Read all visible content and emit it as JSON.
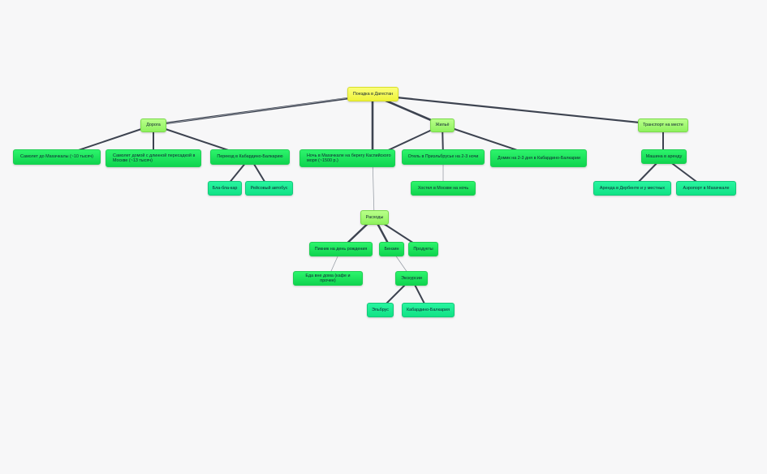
{
  "mindmap": {
    "root": "Поездка в Дагестан",
    "branches": {
      "road": "Дорога",
      "housing": "Жильё",
      "transport": "Транспорт на месте"
    },
    "road_items": {
      "plane_there": "Самолет до Махачкалы (~10 тысяч)",
      "plane_back": "Самолет домой с длинной пересадкой в Москве (~13 тысяч)",
      "transfer_kbr": "Переезд в Кабардино-Балкарию"
    },
    "transfer_items": {
      "blablacar": "Бла-бла-кар",
      "bus": "Рейсовый автобус"
    },
    "housing_items": {
      "night_makhachkala": "Ночь в Махачкале на берегу Каспийского моря (~1500 р.)",
      "hotel_elbrus": "Отель в Приэльбрусье на 2-3 ночи",
      "house_kbr": "Домик на 2-3 дня в Кабардино-Балкарии",
      "hostel": "Хостел в Москве на ночь"
    },
    "transport_items": {
      "rental_car": "Машина в аренду",
      "rent_derbent": "Аренда в Дербенте и у местных",
      "airport": "Аэропорт в Махачкале"
    },
    "expenses": {
      "title": "Расходы",
      "picnic": "Пикник на день рождения",
      "petrol": "Бензин",
      "groceries": "Продукты",
      "food_out": "Еда вне дома (кафе и прочее)",
      "excursions": "Экскурсии",
      "elbrus": "Эльбрус",
      "kbr": "Кабардино-Балкария"
    }
  },
  "colors": {
    "background": "#f7f7f8",
    "root": "#f5f84e",
    "branch": "#a6f777",
    "leaf": "#1be45e",
    "leaf_teal": "#19ea93",
    "line": "#3d4350"
  }
}
